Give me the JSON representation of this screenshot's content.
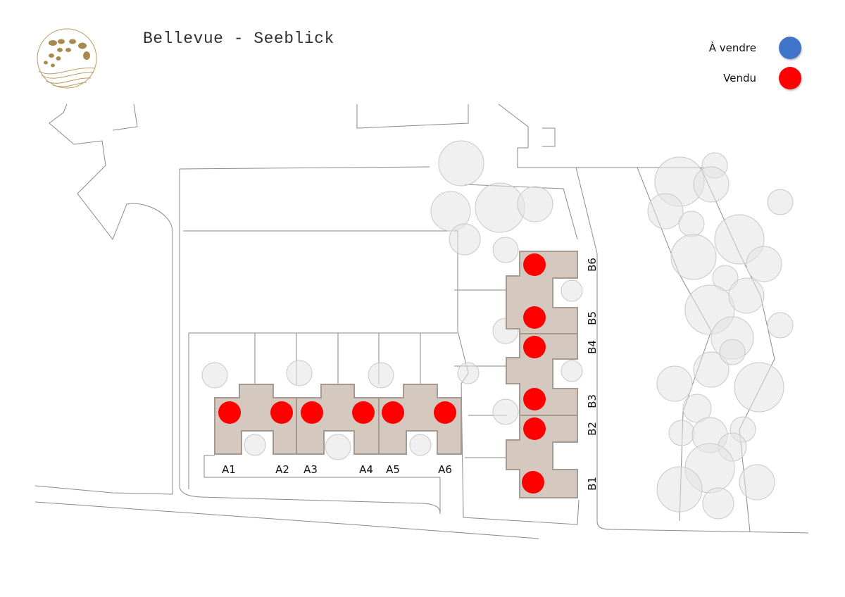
{
  "header": {
    "title": "Bellevue - Seeblick",
    "logo": "leaf-wave-logo"
  },
  "legend": [
    {
      "label": "À vendre",
      "status": "available",
      "color": "#3f74c8"
    },
    {
      "label": "Vendu",
      "status": "sold",
      "color": "#ff0000"
    }
  ],
  "units": [
    {
      "id": "A1",
      "status": "sold"
    },
    {
      "id": "A2",
      "status": "sold"
    },
    {
      "id": "A3",
      "status": "sold"
    },
    {
      "id": "A4",
      "status": "sold"
    },
    {
      "id": "A5",
      "status": "sold"
    },
    {
      "id": "A6",
      "status": "sold"
    },
    {
      "id": "B1",
      "status": "sold"
    },
    {
      "id": "B2",
      "status": "sold"
    },
    {
      "id": "B3",
      "status": "sold"
    },
    {
      "id": "B4",
      "status": "sold"
    },
    {
      "id": "B5",
      "status": "sold"
    },
    {
      "id": "B6",
      "status": "sold"
    }
  ],
  "colors": {
    "building": "#d5c9bf",
    "building_edge": "#a59a91",
    "line": "#888888",
    "tree": "#c9c9c9",
    "logo": "#a88a4e"
  }
}
